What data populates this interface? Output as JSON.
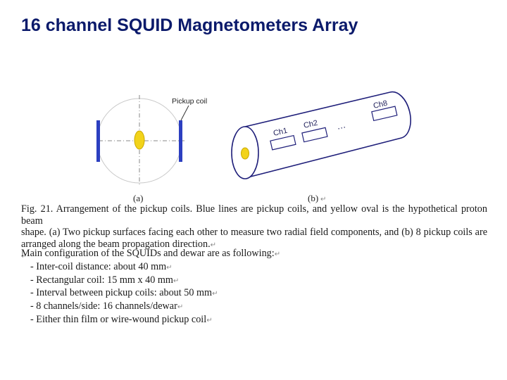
{
  "slide": {
    "title": "16 channel SQUID Magnetometers Array"
  },
  "figure": {
    "pickup_label": "Pickup coil",
    "channels": [
      "Ch1",
      "Ch2",
      "Ch8"
    ],
    "ellipsis": "…",
    "label_a": "(a)",
    "label_b": "(b)",
    "colors": {
      "coil": "#2c3fc0",
      "beam": "#f2d31a",
      "dewar_fill": "#ffffff",
      "outline": "#1f1f7a"
    }
  },
  "caption": {
    "line1": "Fig. 21. Arrangement of the pickup coils. Blue lines are pickup coils, and yellow oval is the hypothetical proton beam",
    "line2": "shape. (a) Two pickup surfaces facing each other to measure two radial field components, and (b) 8 pickup coils are",
    "line3": "arranged along the beam propagation direction."
  },
  "config": {
    "heading": "Main configuration of the SQUIDs and dewar are as following:",
    "items": [
      "- Inter-coil distance: about 40 mm",
      "- Rectangular coil: 15 mm x 40 mm",
      "- Interval between pickup coils: about 50 mm",
      "- 8 channels/side: 16 channels/dewar",
      "- Either thin film or wire-wound pickup coil"
    ]
  }
}
